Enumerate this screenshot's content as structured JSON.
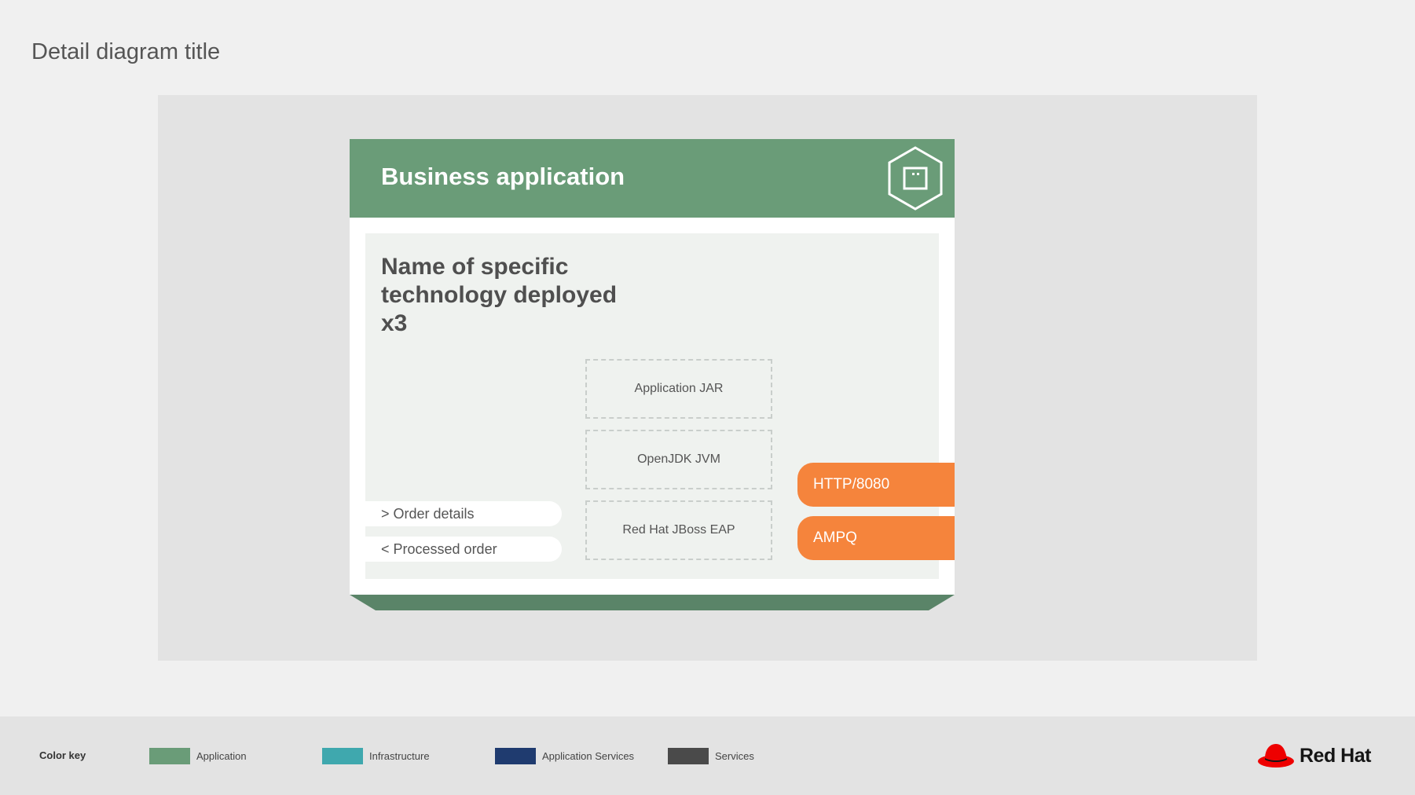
{
  "page": {
    "title": "Detail diagram title"
  },
  "card": {
    "title": "Business application",
    "icon": "container-hexagon-icon",
    "tech_name_lines": [
      "Name of specific",
      "technology deployed",
      "x3"
    ],
    "stack": [
      "Application JAR",
      "OpenJDK JVM",
      "Red Hat JBoss EAP"
    ],
    "messages": [
      "> Order details",
      "< Processed order"
    ],
    "ports": [
      "HTTP/8080",
      "AMPQ"
    ]
  },
  "footer": {
    "color_key_label": "Color key",
    "keys": [
      {
        "label": "Application",
        "color": "#6a9c78"
      },
      {
        "label": "Infrastructure",
        "color": "#3fa8ae"
      },
      {
        "label": "Application Services",
        "color": "#1f3b6f"
      },
      {
        "label": "Services",
        "color": "#4a4a4a"
      }
    ],
    "brand": "Red Hat",
    "brand_icon": "red-hat-fedora-icon"
  },
  "colors": {
    "application_green": "#6a9c78",
    "port_orange": "#f5843c",
    "brand_red": "#ee0000"
  }
}
